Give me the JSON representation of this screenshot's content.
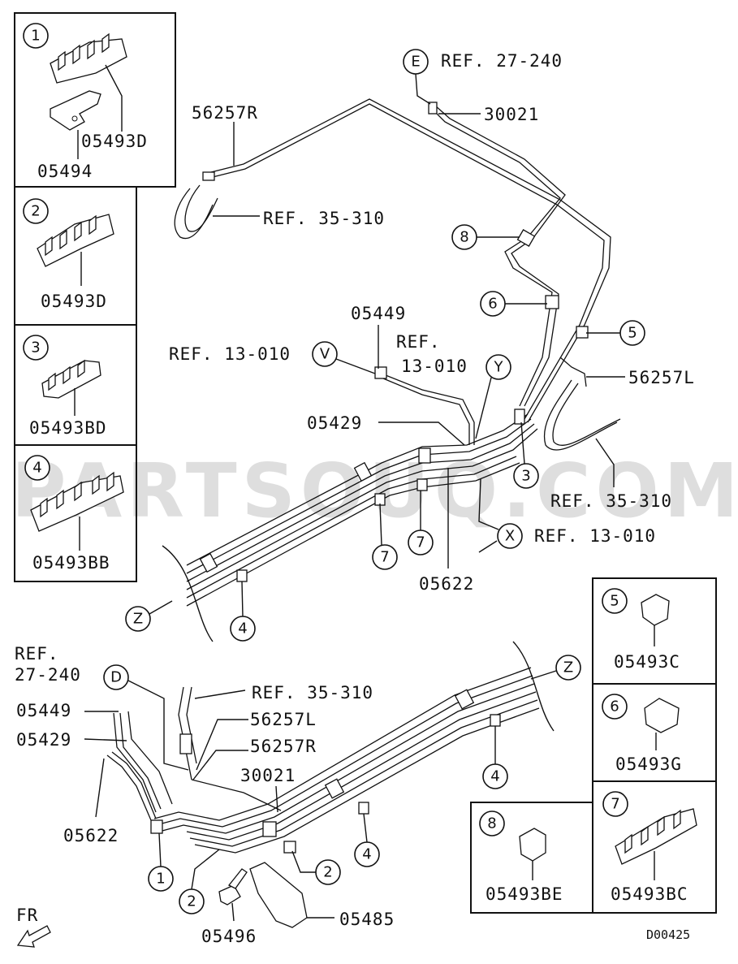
{
  "diagram_code": "D00425",
  "watermark": "PARTSOUQ.COM",
  "front_label": "FR",
  "inset_boxes": [
    {
      "callout": "1",
      "parts": [
        "05493D",
        "05494"
      ]
    },
    {
      "callout": "2",
      "parts": [
        "05493D"
      ]
    },
    {
      "callout": "3",
      "parts": [
        "05493BD"
      ]
    },
    {
      "callout": "4",
      "parts": [
        "05493BB"
      ]
    },
    {
      "callout": "5",
      "parts": [
        "05493C"
      ]
    },
    {
      "callout": "6",
      "parts": [
        "05493G"
      ]
    },
    {
      "callout": "7",
      "parts": [
        "05493BC"
      ]
    },
    {
      "callout": "8",
      "parts": [
        "05493BE"
      ]
    }
  ],
  "upper": {
    "ref_e": {
      "letter": "E",
      "text": "REF. 27-240"
    },
    "p30021": "30021",
    "p56257r": "56257R",
    "ref_35_310_a": "REF. 35-310",
    "c8": "8",
    "c6": "6",
    "c5": "5",
    "p05449": "05449",
    "ref_13_010_v": "REF. 13-010",
    "v": "V",
    "ref_13_010_b1": "REF.",
    "ref_13_010_b2": "13-010",
    "y": "Y",
    "p56257l": "56257L",
    "p05429": "05429",
    "c3": "3",
    "ref_35_310_b": "REF. 35-310",
    "x": "X",
    "ref_13_010_x": "REF. 13-010",
    "c7a": "7",
    "c7b": "7",
    "p05622": "05622",
    "z": "Z",
    "c4": "4"
  },
  "lower": {
    "ref_27_1": "REF.",
    "ref_27_2": "27-240",
    "d": "D",
    "ref_35_310": "REF. 35-310",
    "p05449": "05449",
    "p56257l": "56257L",
    "p05429": "05429",
    "p56257r": "56257R",
    "p30021": "30021",
    "p05622": "05622",
    "c1": "1",
    "c2a": "2",
    "c2b": "2",
    "c4a": "4",
    "c4b": "4",
    "z": "Z",
    "p05496": "05496",
    "p05485": "05485"
  }
}
